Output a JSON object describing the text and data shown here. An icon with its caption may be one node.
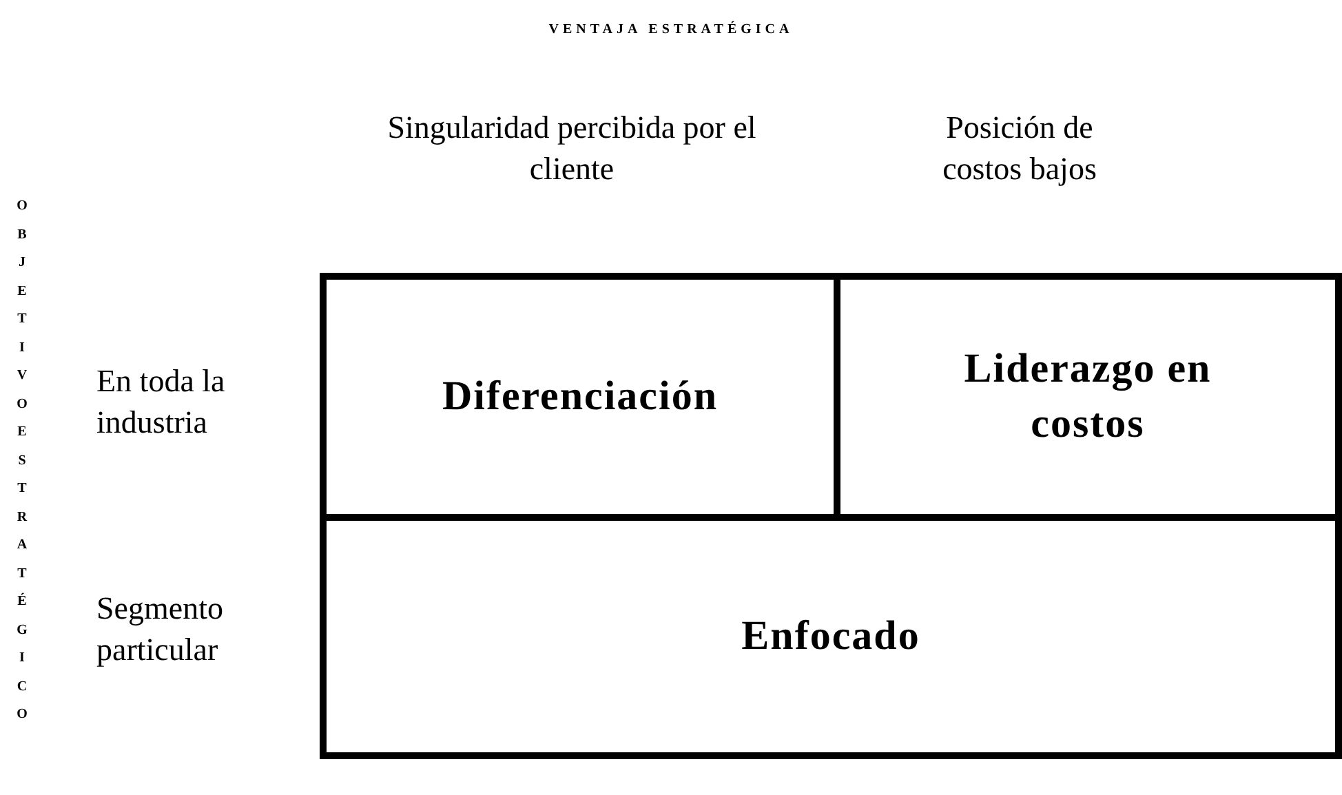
{
  "diagram": {
    "title": "VENTAJA ESTRATÉGICA",
    "nodes": [
      {
        "text": [
          "Diferenciación"
        ]
      },
      {
        "text": [
          "Liderazgo en costos"
        ]
      },
      {
        "text": [
          "Enfocado"
        ]
      }
    ],
    "labels": [
      "Singularidad percibida por el cliente",
      "Posición de costos bajos",
      "OBJETIVO ESTRATÉGICO",
      "En toda la industria",
      "Segmento particular"
    ]
  }
}
